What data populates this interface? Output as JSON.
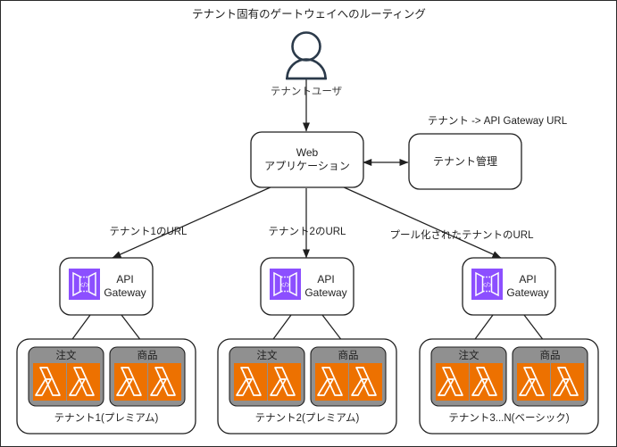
{
  "diagram": {
    "title": "テナント固有のゲートウェイへのルーティング",
    "actor": {
      "icon": "user-icon",
      "label": "テナントユーザ"
    },
    "webapp": {
      "line1": "Web",
      "line2": "アプリケーション"
    },
    "tenant_mgmt": {
      "label": "テナント管理",
      "annotation": "テナント -> API Gateway URL"
    },
    "route_labels": [
      "テナント1のURL",
      "テナント2のURL",
      "プール化されたテナントのURL"
    ],
    "gateways": [
      {
        "icon": "api-gateway-icon",
        "line1": "API",
        "line2": "Gateway"
      },
      {
        "icon": "api-gateway-icon",
        "line1": "API",
        "line2": "Gateway"
      },
      {
        "icon": "api-gateway-icon",
        "line1": "API",
        "line2": "Gateway"
      }
    ],
    "tenants": [
      {
        "label": "テナント1(プレミアム)",
        "services": [
          {
            "name": "注文",
            "functions": [
              "lambda-icon",
              "lambda-icon"
            ]
          },
          {
            "name": "商品",
            "functions": [
              "lambda-icon",
              "lambda-icon"
            ]
          }
        ]
      },
      {
        "label": "テナント2(プレミアム)",
        "services": [
          {
            "name": "注文",
            "functions": [
              "lambda-icon",
              "lambda-icon"
            ]
          },
          {
            "name": "商品",
            "functions": [
              "lambda-icon",
              "lambda-icon"
            ]
          }
        ]
      },
      {
        "label": "テナント3...N(ベーシック)",
        "services": [
          {
            "name": "注文",
            "functions": [
              "lambda-icon",
              "lambda-icon"
            ]
          },
          {
            "name": "商品",
            "functions": [
              "lambda-icon",
              "lambda-icon"
            ]
          }
        ]
      }
    ],
    "colors": {
      "api_gateway_purple": "#8C4FFF",
      "lambda_orange": "#ED7100",
      "service_gray": "#909090",
      "stroke": "#1f1f1f",
      "actor": "#2b3a4a",
      "text": "#3b3b3b"
    }
  }
}
